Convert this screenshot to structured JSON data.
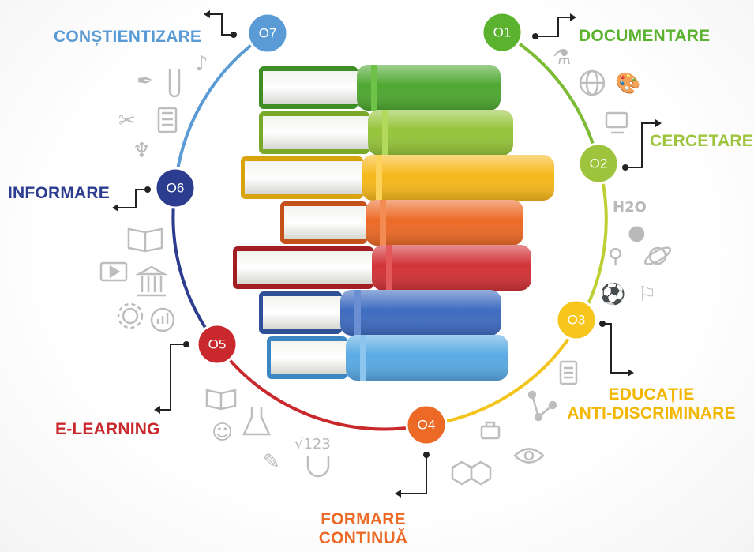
{
  "steps": [
    {
      "num": "O1",
      "label": "DOCUMENTARE",
      "color": "#5bb22f"
    },
    {
      "num": "O2",
      "label": "CERCETARE",
      "color": "#9dc43c"
    },
    {
      "num": "O3",
      "label_line1": "EDUCAȚIE",
      "label_line2": "ANTI-DISCRIMINARE",
      "color": "#f7c61c"
    },
    {
      "num": "O4",
      "label_line1": "FORMARE",
      "label_line2": "CONTINUĂ",
      "color": "#ec6a26"
    },
    {
      "num": "O5",
      "label": "E-LEARNING",
      "color": "#c9282c"
    },
    {
      "num": "O6",
      "label": "INFORMARE",
      "color": "#2c3d8f"
    },
    {
      "num": "O7",
      "label": "CONȘTIENTIZARE",
      "color": "#5b9bd5"
    }
  ],
  "icon_text": {
    "h2o": "H2O",
    "sqrt": "√123"
  },
  "icons": [
    "microscope-icon",
    "globe-icon",
    "palette-icon",
    "computer-icon",
    "h2o-icon",
    "apple-icon",
    "telescope-icon",
    "planet-icon",
    "sports-icon",
    "eye-icon",
    "document-icon",
    "molecule-icon",
    "briefcase-icon",
    "hexagon-icon",
    "magnet-icon",
    "sqrt-icon",
    "flask-icon",
    "reader-icon",
    "book-icon",
    "gear-icon",
    "chart-icon",
    "building-icon",
    "film-icon",
    "lyre-icon",
    "scissors-icon",
    "calculator-icon",
    "pen-icon",
    "testtube-icon",
    "music-icon"
  ]
}
